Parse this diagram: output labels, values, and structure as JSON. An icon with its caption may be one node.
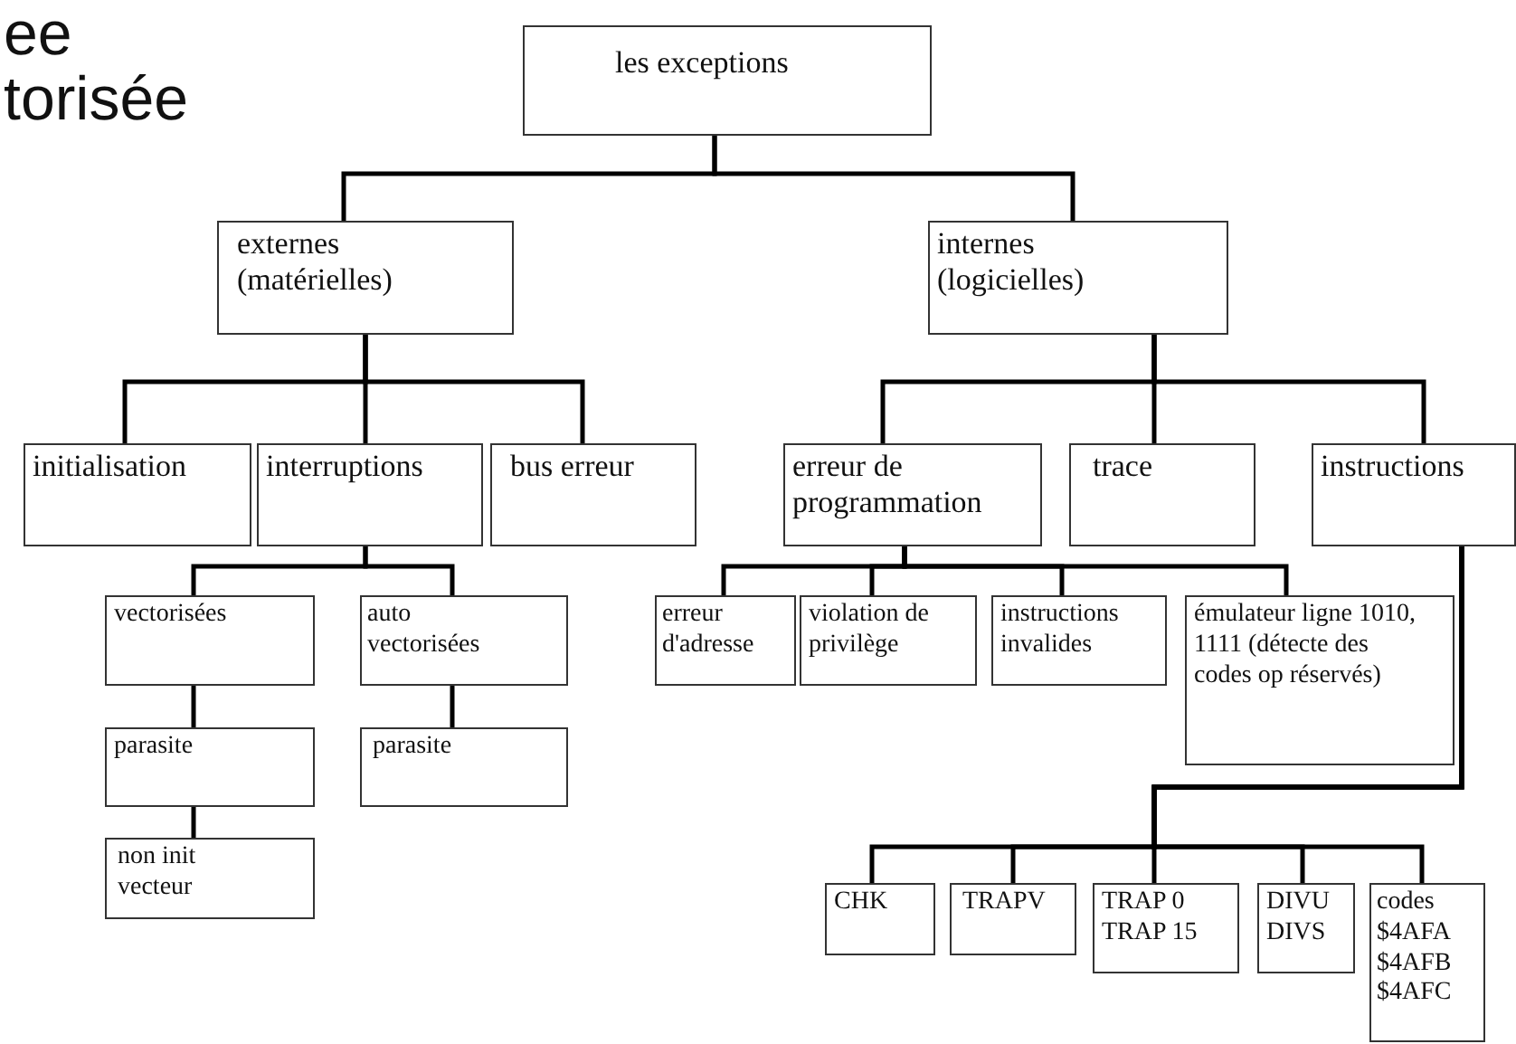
{
  "diagram": {
    "nodes": [
      {
        "text": [
          "les exceptions"
        ]
      },
      {
        "text": [
          "externes (matérielles)"
        ]
      },
      {
        "text": [
          "internes (logicielles)"
        ]
      },
      {
        "text": [
          "initialisation"
        ]
      },
      {
        "text": [
          "interruptions"
        ]
      },
      {
        "text": [
          "bus erreur"
        ]
      },
      {
        "text": [
          "erreur de programmation"
        ]
      },
      {
        "text": [
          "trace"
        ]
      },
      {
        "text": [
          "instructions"
        ]
      },
      {
        "text": [
          "vectorisées"
        ]
      },
      {
        "text": [
          "auto vectorisées"
        ]
      },
      {
        "text": [
          "parasite"
        ]
      },
      {
        "text": [
          "parasite"
        ]
      },
      {
        "text": [
          "non init vecteur"
        ]
      },
      {
        "text": [
          "erreur d'adresse"
        ]
      },
      {
        "text": [
          "violation de privilège"
        ]
      },
      {
        "text": [
          "instructions invalides"
        ]
      },
      {
        "text": [
          "émulateur ligne 1010, 1111 (détecte des codes op réservés)"
        ]
      },
      {
        "text": [
          "CHK"
        ]
      },
      {
        "text": [
          "TRAPV"
        ]
      },
      {
        "text": [
          "TRAP 0 TRAP 15"
        ]
      },
      {
        "text": [
          "DIVU DIVS"
        ]
      },
      {
        "text": [
          "codes $4AFA $4AFB $4AFC"
        ]
      }
    ],
    "edges": [
      {
        "from": 0,
        "to": 1,
        "arrow": "none"
      },
      {
        "from": 0,
        "to": 2,
        "arrow": "none"
      },
      {
        "from": 1,
        "to": 3,
        "arrow": "none"
      },
      {
        "from": 1,
        "to": 4,
        "arrow": "none"
      },
      {
        "from": 1,
        "to": 5,
        "arrow": "none"
      },
      {
        "from": 2,
        "to": 6,
        "arrow": "none"
      },
      {
        "from": 2,
        "to": 7,
        "arrow": "none"
      },
      {
        "from": 2,
        "to": 8,
        "arrow": "none"
      },
      {
        "from": 4,
        "to": 9,
        "arrow": "none"
      },
      {
        "from": 4,
        "to": 10,
        "arrow": "none"
      },
      {
        "from": 9,
        "to": 11,
        "arrow": "none"
      },
      {
        "from": 10,
        "to": 12,
        "arrow": "none"
      },
      {
        "from": 11,
        "to": 13,
        "arrow": "none"
      },
      {
        "from": 6,
        "to": 14,
        "arrow": "none"
      },
      {
        "from": 6,
        "to": 15,
        "arrow": "none"
      },
      {
        "from": 6,
        "to": 16,
        "arrow": "none"
      },
      {
        "from": 6,
        "to": 17,
        "arrow": "none"
      },
      {
        "from": 8,
        "to": 18,
        "arrow": "none"
      },
      {
        "from": 8,
        "to": 19,
        "arrow": "none"
      },
      {
        "from": 8,
        "to": 20,
        "arrow": "none"
      },
      {
        "from": 8,
        "to": 21,
        "arrow": "none"
      },
      {
        "from": 8,
        "to": 22,
        "arrow": "none"
      }
    ],
    "labels": [
      "ee",
      "torisée"
    ]
  }
}
